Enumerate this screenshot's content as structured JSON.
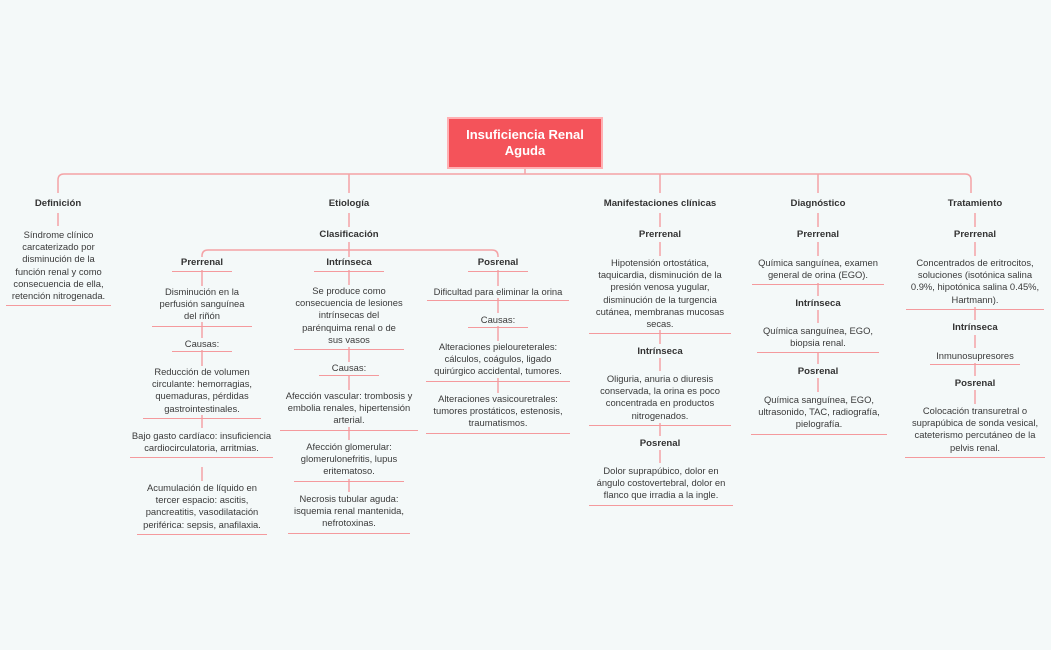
{
  "map": {
    "title": "Insuficiencia Renal Aguda",
    "colors": {
      "root_fill": "#f4535a",
      "root_border": "#ffb0b3",
      "line": "#f4a3a6",
      "underline": "#f49a9d",
      "background": "#f4f9f9"
    },
    "definicion": {
      "label": "Definición",
      "text": "Síndrome clínico carcaterizado por disminución de la función renal y como consecuencia de ella, retención nitrogenada."
    },
    "etiologia": {
      "label": "Etiología",
      "clasificacion": "Clasificación",
      "prerrenal": {
        "label": "Prerrenal",
        "text": "Disminución en la perfusión sanguínea del riñón",
        "causas": "Causas:",
        "c1": "Reducción de volumen circulante: hemorragias, quemaduras, pérdidas gastrointestinales.",
        "c2": "Bajo gasto cardíaco: insuficiencia cardiocirculatoria, arritmias.",
        "c3": "Acumulación de líquido en tercer espacio: ascitis, pancreatitis, vasodilatación periférica: sepsis, anafilaxia."
      },
      "intrinseca": {
        "label": "Intrínseca",
        "text": "Se produce como consecuencia de lesiones intrínsecas del parénquima renal o de sus vasos",
        "causas": "Causas:",
        "c1": "Afección vascular: trombosis y embolia renales, hipertensión arterial.",
        "c2": "Afección glomerular: glomerulonefritis, lupus eritematoso.",
        "c3": "Necrosis tubular aguda: isquemia renal mantenida, nefrotoxinas."
      },
      "posrenal": {
        "label": "Posrenal",
        "text": "Dificultad para eliminar la orina",
        "causas": "Causas:",
        "c1": "Alteraciones pieloureterales: cálculos, coágulos, ligado quirúrgico accidental, tumores.",
        "c2": "Alteraciones vasicouretrales: tumores prostáticos, estenosis, traumatismos."
      }
    },
    "manifestaciones": {
      "label": "Manifestaciones clínicas",
      "prerrenal": "Prerrenal",
      "prerrenal_text": "Hipotensión ortostática, taquicardia, disminución de la presión venosa yugular, disminución de la turgencia cutánea, membranas mucosas secas.",
      "intrinseca": "Intrínseca",
      "intrinseca_text": "Oliguria, anuria o diuresis conservada, la orina es poco concentrada en productos nitrogenados.",
      "posrenal": "Posrenal",
      "posrenal_text": "Dolor suprapúbico, dolor en ángulo costovertebral, dolor en flanco que irradia a la ingle."
    },
    "diagnostico": {
      "label": "Diagnóstico",
      "prerrenal": "Prerrenal",
      "prerrenal_text": "Química sanguínea, examen general de orina (EGO).",
      "intrinseca": "Intrínseca",
      "intrinseca_text": "Química sanguínea, EGO, biopsia renal.",
      "posrenal": "Posrenal",
      "posrenal_text": "Química sanguínea, EGO, ultrasonido, TAC, radiografía, pielografía."
    },
    "tratamiento": {
      "label": "Tratamiento",
      "prerrenal": "Prerrenal",
      "prerrenal_text": "Concentrados de eritrocitos, soluciones (isotónica salina 0.9%, hipotónica salina 0.45%, Hartmann).",
      "intrinseca": "Intrínseca",
      "intrinseca_text": "Inmunosupresores",
      "posrenal": "Posrenal",
      "posrenal_text": "Colocación transuretral o suprapúbica de sonda vesical, cateterismo percutáneo de la pelvis renal."
    }
  }
}
